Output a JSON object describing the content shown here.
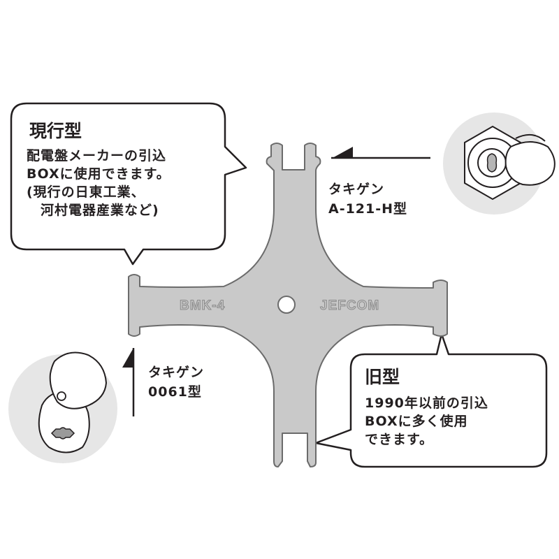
{
  "product": {
    "model": "BMK-4",
    "brand": "JEFCOM"
  },
  "callouts": {
    "current_type": {
      "title": "現行型",
      "lines": [
        "配電盤メーカーの引込",
        "BOXに使用できます。",
        "(現行の日東工業、",
        "　河村電器産業など)"
      ]
    },
    "old_type": {
      "title": "旧型",
      "lines": [
        "1990年以前の引込",
        "BOXに多く使用",
        "できます。"
      ]
    }
  },
  "labels": {
    "a121h": {
      "line1": "タキゲン",
      "line2": "A-121-H型"
    },
    "t0061": {
      "line1": "タキゲン",
      "line2": "0061型"
    }
  },
  "colors": {
    "wrench_fill": "#c9c9c9",
    "wrench_stroke": "#6b6b6b",
    "circle_bg": "#e6e6e6",
    "ink": "#231f20"
  }
}
